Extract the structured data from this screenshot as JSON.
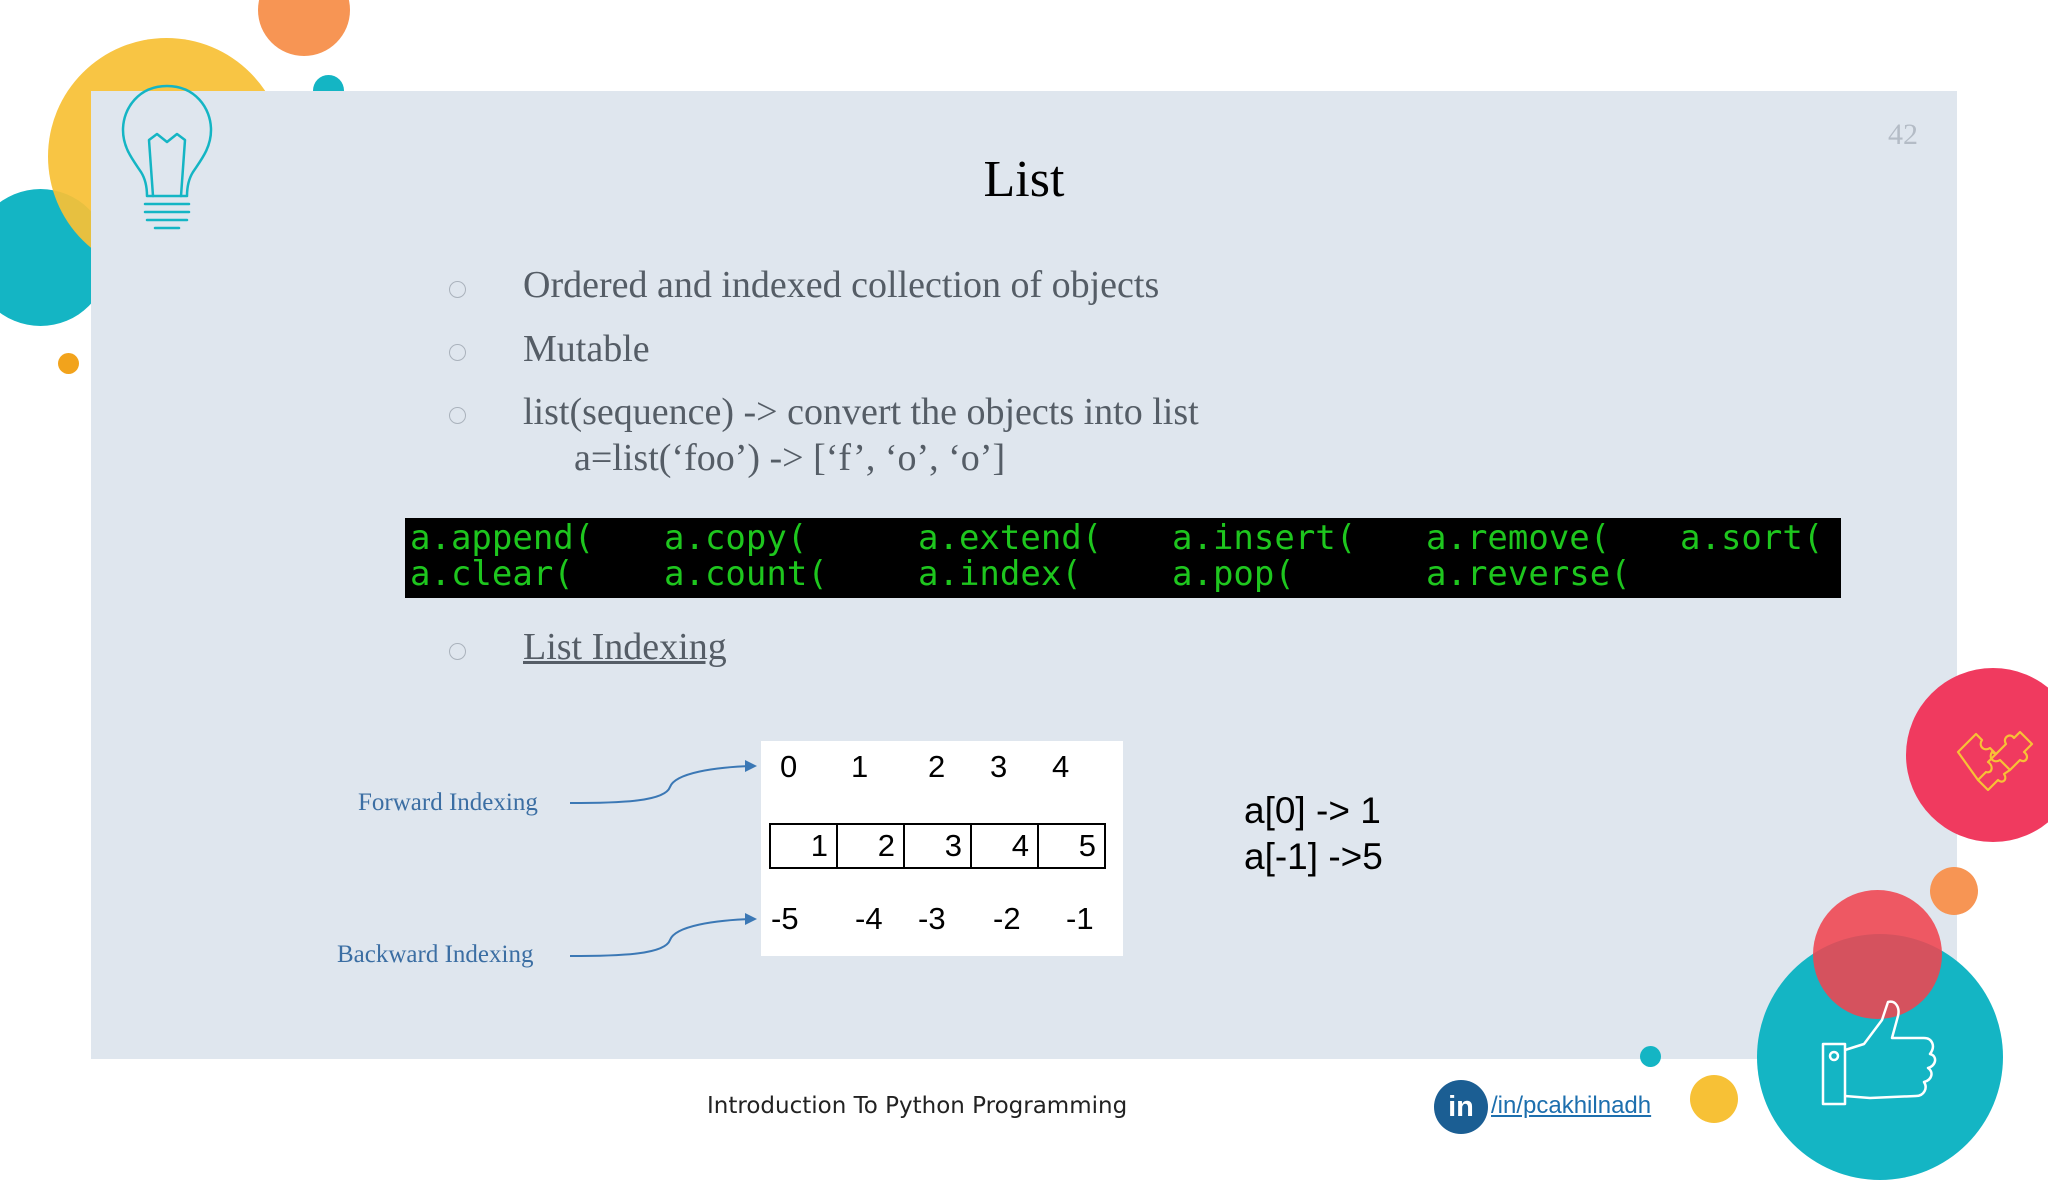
{
  "slide": {
    "number": "42",
    "title": "List",
    "bullets": [
      "Ordered and indexed collection of objects",
      "Mutable",
      "list(sequence) -> convert the objects into list"
    ],
    "example_line": "a=list(‘foo’)  ->  [‘f’, ‘o’, ‘o’]",
    "methods_row1": [
      "a.append(",
      "a.copy(",
      "a.extend(",
      "a.insert(",
      "a.remove(",
      "a.sort("
    ],
    "methods_row2": [
      "a.clear(",
      "a.count(",
      "a.index(",
      "a.pop(",
      "a.reverse("
    ],
    "indexing_bullet": "List Indexing",
    "forward_label": "Forward Indexing",
    "backward_label": "Backward Indexing",
    "forward_indices": [
      "0",
      "1",
      "2",
      "3",
      "4"
    ],
    "cell_values": [
      "1",
      "2",
      "3",
      "4",
      "5"
    ],
    "backward_indices": [
      "-5",
      "-4",
      "-3",
      "-2",
      "-1"
    ],
    "access_examples": [
      "a[0] -> 1",
      "a[-1] ->5"
    ]
  },
  "footer": {
    "course_title": "Introduction To Python Programming",
    "linkedin_icon_text": "in",
    "linkedin_handle": "/in/pcakhilnadh"
  },
  "colors": {
    "panel": "#dfe6ee",
    "code_bg": "#000000",
    "code_text": "#1ec61e",
    "yellow": "#f7c136",
    "teal": "#14b5c4",
    "pink": "#f03a5f",
    "orange": "#f79554",
    "linkedin": "#1b5e93"
  },
  "icons": [
    "lightbulb-icon",
    "puzzle-icon",
    "thumbs-up-icon",
    "linkedin-icon",
    "arrow-icon"
  ]
}
